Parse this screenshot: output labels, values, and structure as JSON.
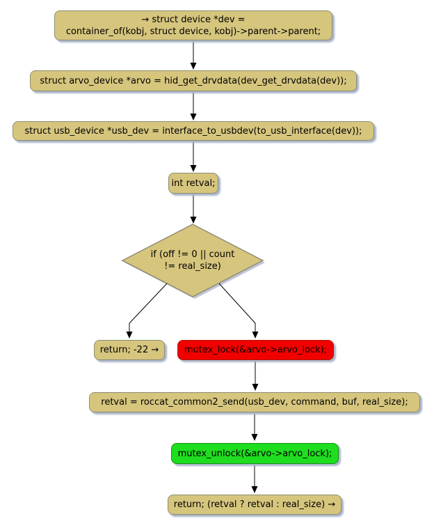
{
  "diagram": {
    "kind": "activity-flowchart",
    "nodes": {
      "entry": "→ struct device *dev =\ncontainer_of(kobj, struct device, kobj)->parent->parent;",
      "arvo": "struct arvo_device *arvo = hid_get_drvdata(dev_get_drvdata(dev));",
      "usb": "struct usb_device *usb_dev = interface_to_usbdev(to_usb_interface(dev));",
      "retval_decl": "int retval;",
      "condition": "if (off != 0 || count\n!= real_size)",
      "return_err": "return; -22 →",
      "mutex_lock": "mutex_lock(&arvo->arvo_lock);",
      "send": "retval = roccat_common2_send(usb_dev, command, buf, real_size);",
      "mutex_unlock": "mutex_unlock(&arvo->arvo_lock);",
      "return_final": "return; (retval ? retval : real_size) →"
    },
    "edges": [
      {
        "from": "entry",
        "to": "arvo"
      },
      {
        "from": "arvo",
        "to": "usb"
      },
      {
        "from": "usb",
        "to": "retval_decl"
      },
      {
        "from": "retval_decl",
        "to": "condition"
      },
      {
        "from": "condition",
        "to": "return_err"
      },
      {
        "from": "condition",
        "to": "mutex_lock"
      },
      {
        "from": "mutex_lock",
        "to": "send"
      },
      {
        "from": "send",
        "to": "mutex_unlock"
      },
      {
        "from": "mutex_unlock",
        "to": "return_final"
      }
    ]
  },
  "colors": {
    "node_fill": "#D6C57D",
    "node_border": "#8E8C74",
    "lock_fill": "#F20000",
    "lock_border": "#AE1800",
    "unlock_fill": "#1FDD1F",
    "unlock_border": "#0E9410",
    "shadow_color": "#A9B5C9",
    "edge_color": "#000000",
    "text_color": "#000000"
  }
}
